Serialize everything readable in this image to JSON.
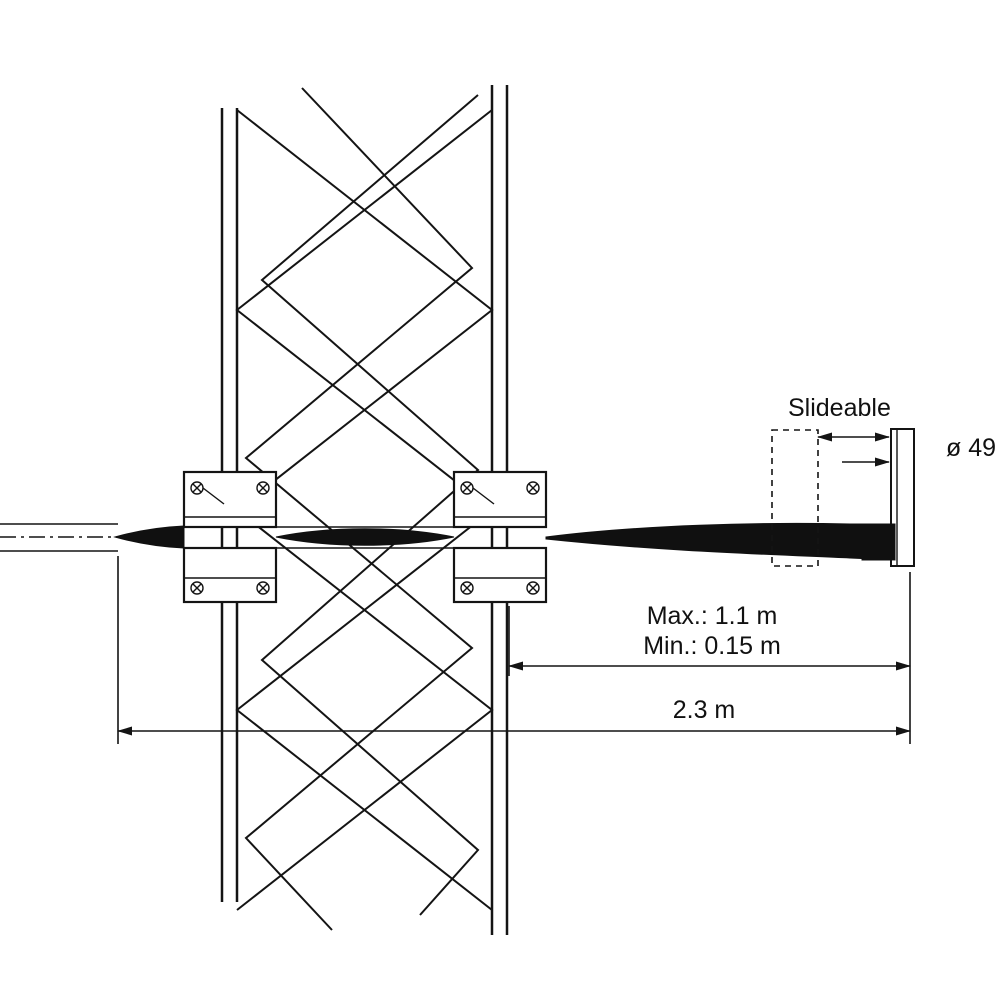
{
  "diagram": {
    "type": "technical-dimension-drawing",
    "subject": "lattice-tower-with-slideable-side-arm"
  },
  "labels": {
    "slideable": "Slideable",
    "diameter": "ø 49",
    "max": "Max.:  1.1 m",
    "min": "Min.:  0.15 m",
    "total": "2.3 m"
  },
  "colors": {
    "line": "#141414",
    "background": "#ffffff",
    "text": "#111111"
  }
}
